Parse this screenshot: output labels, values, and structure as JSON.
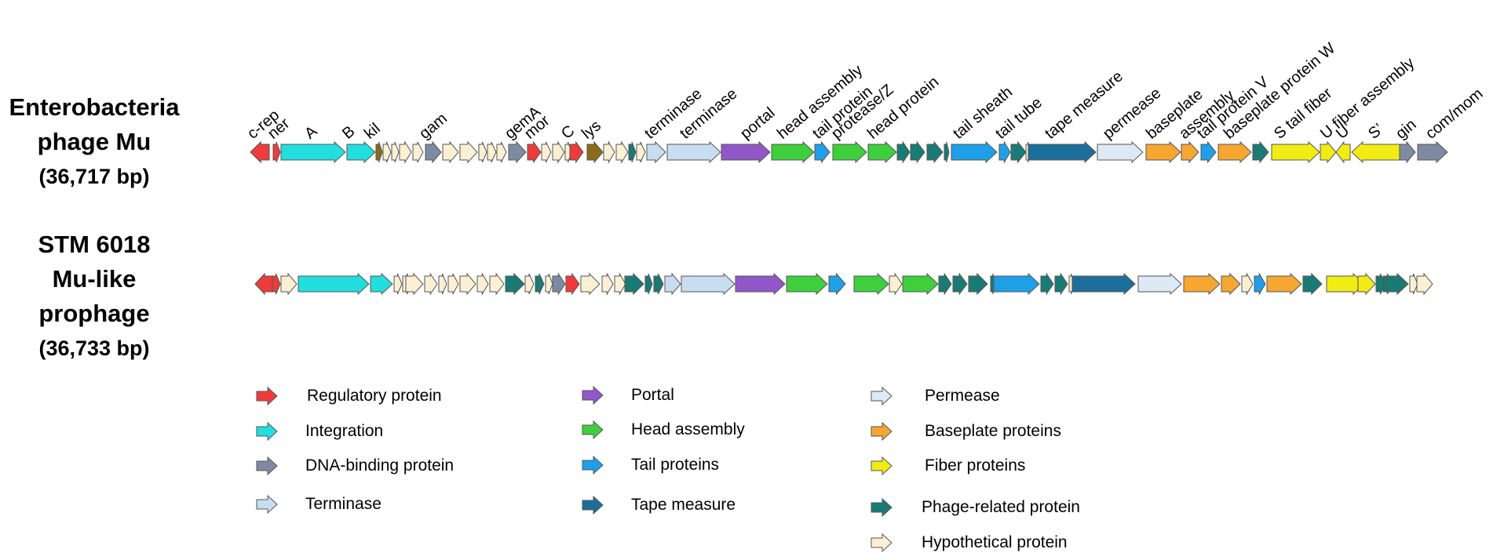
{
  "genomes": [
    {
      "title_line1": "Enterobacteria",
      "title_line2": "phage Mu",
      "size": "(36,717 bp)"
    },
    {
      "title_line1": "STM 6018",
      "title_line2": "Mu-like",
      "title_line3": "prophage",
      "size": "(36,733 bp)"
    }
  ],
  "colors": {
    "regulatory": "#ee3b3b",
    "integration": "#22dede",
    "dna_binding": "#7f8aa2",
    "terminase": "#c9ddf0",
    "portal": "#9157c9",
    "head": "#3fcf3c",
    "tail": "#1fa0e6",
    "tape": "#1c6f9a",
    "permease": "#dde9f4",
    "baseplate": "#f5a732",
    "fiber": "#f1ec14",
    "phage_related": "#1a7b74",
    "hypothetical": "#fbf0d2",
    "brown": "#8b6a18"
  },
  "mu_labels": [
    "c-rep",
    "ner",
    "A",
    "B",
    "kil",
    "gam",
    "gemA",
    "mor",
    "C",
    "lys",
    "terminase",
    "terminase",
    "portal",
    "head assembly",
    "tail protein",
    "protease/Z",
    "head protein",
    "tail sheath",
    "tail tube",
    "tape measure",
    "permease",
    "baseplate",
    "assembly",
    "tail protein V",
    "baseplate protein W",
    "S tail fiber",
    "U fiber assembly",
    "U’",
    "S’",
    "gin",
    "com/mom"
  ],
  "legend": [
    {
      "label": "Regulatory protein",
      "color_key": "regulatory",
      "icon": "regulatory-arrow-icon"
    },
    {
      "label": "Integration",
      "color_key": "integration",
      "icon": "integration-arrow-icon"
    },
    {
      "label": "DNA-binding protein",
      "color_key": "dna_binding",
      "icon": "dna-binding-arrow-icon"
    },
    {
      "label": "Terminase",
      "color_key": "terminase",
      "icon": "terminase-arrow-icon"
    },
    {
      "label": "Portal",
      "color_key": "portal",
      "icon": "portal-arrow-icon"
    },
    {
      "label": "Head assembly",
      "color_key": "head",
      "icon": "head-assembly-arrow-icon"
    },
    {
      "label": "Tail proteins",
      "color_key": "tail",
      "icon": "tail-proteins-arrow-icon"
    },
    {
      "label": "Tape measure",
      "color_key": "tape",
      "icon": "tape-measure-arrow-icon"
    },
    {
      "label": "Permease",
      "color_key": "permease",
      "icon": "permease-arrow-icon"
    },
    {
      "label": "Baseplate proteins",
      "color_key": "baseplate",
      "icon": "baseplate-arrow-icon"
    },
    {
      "label": "Fiber proteins",
      "color_key": "fiber",
      "icon": "fiber-arrow-icon"
    },
    {
      "label": "Phage-related protein",
      "color_key": "phage_related",
      "icon": "phage-related-arrow-icon"
    },
    {
      "label": "Hypothetical protein",
      "color_key": "hypothetical",
      "icon": "hypothetical-arrow-icon"
    }
  ]
}
